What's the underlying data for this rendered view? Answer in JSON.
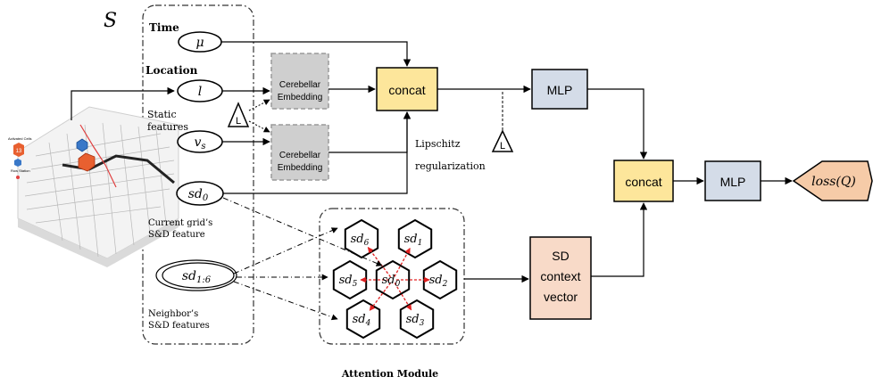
{
  "state_label": "S",
  "inputs": {
    "time_label": "Time",
    "time_symbol": "μ",
    "location_label": "Location",
    "location_symbol": "l",
    "static_label_line1": "Static",
    "static_label_line2": "features",
    "static_symbol": "v",
    "static_symbol_sub": "s",
    "current_symbol": "sd",
    "current_symbol_sub": "0",
    "current_label_line1": "Current grid’s",
    "current_label_line2": "S&D feature",
    "neighbor_symbol": "sd",
    "neighbor_symbol_sub": "1:6",
    "neighbor_label_line1": "Neighbor’s",
    "neighbor_label_line2": "S&D features"
  },
  "map_legend": {
    "activated_cells": "Activated Cells",
    "count": "13",
    "row_station": "Row Station"
  },
  "embedding": {
    "line1": "Cerebellar",
    "line2": "Embedding"
  },
  "lipschitz_marker": "L",
  "lipschitz_label_line1": "Lipschitz",
  "lipschitz_label_line2": "regularization",
  "concat_label": "concat",
  "mlp_label": "MLP",
  "context": {
    "line1": "SD",
    "line2": "context",
    "line3": "vector"
  },
  "loss_label": "loss(Q)",
  "attention": {
    "title": "Attention Module",
    "hex_base": "sd",
    "hex_subs": [
      "6",
      "1",
      "5",
      "0",
      "2",
      "4",
      "3"
    ]
  },
  "colors": {
    "concat_fill": "#fde69b",
    "mlp_fill": "#d4dce8",
    "context_fill": "#f8dac8",
    "loss_fill": "#f6cba8",
    "embedding_fill": "#cfcfcf",
    "attention_arrow": "#e02020"
  }
}
